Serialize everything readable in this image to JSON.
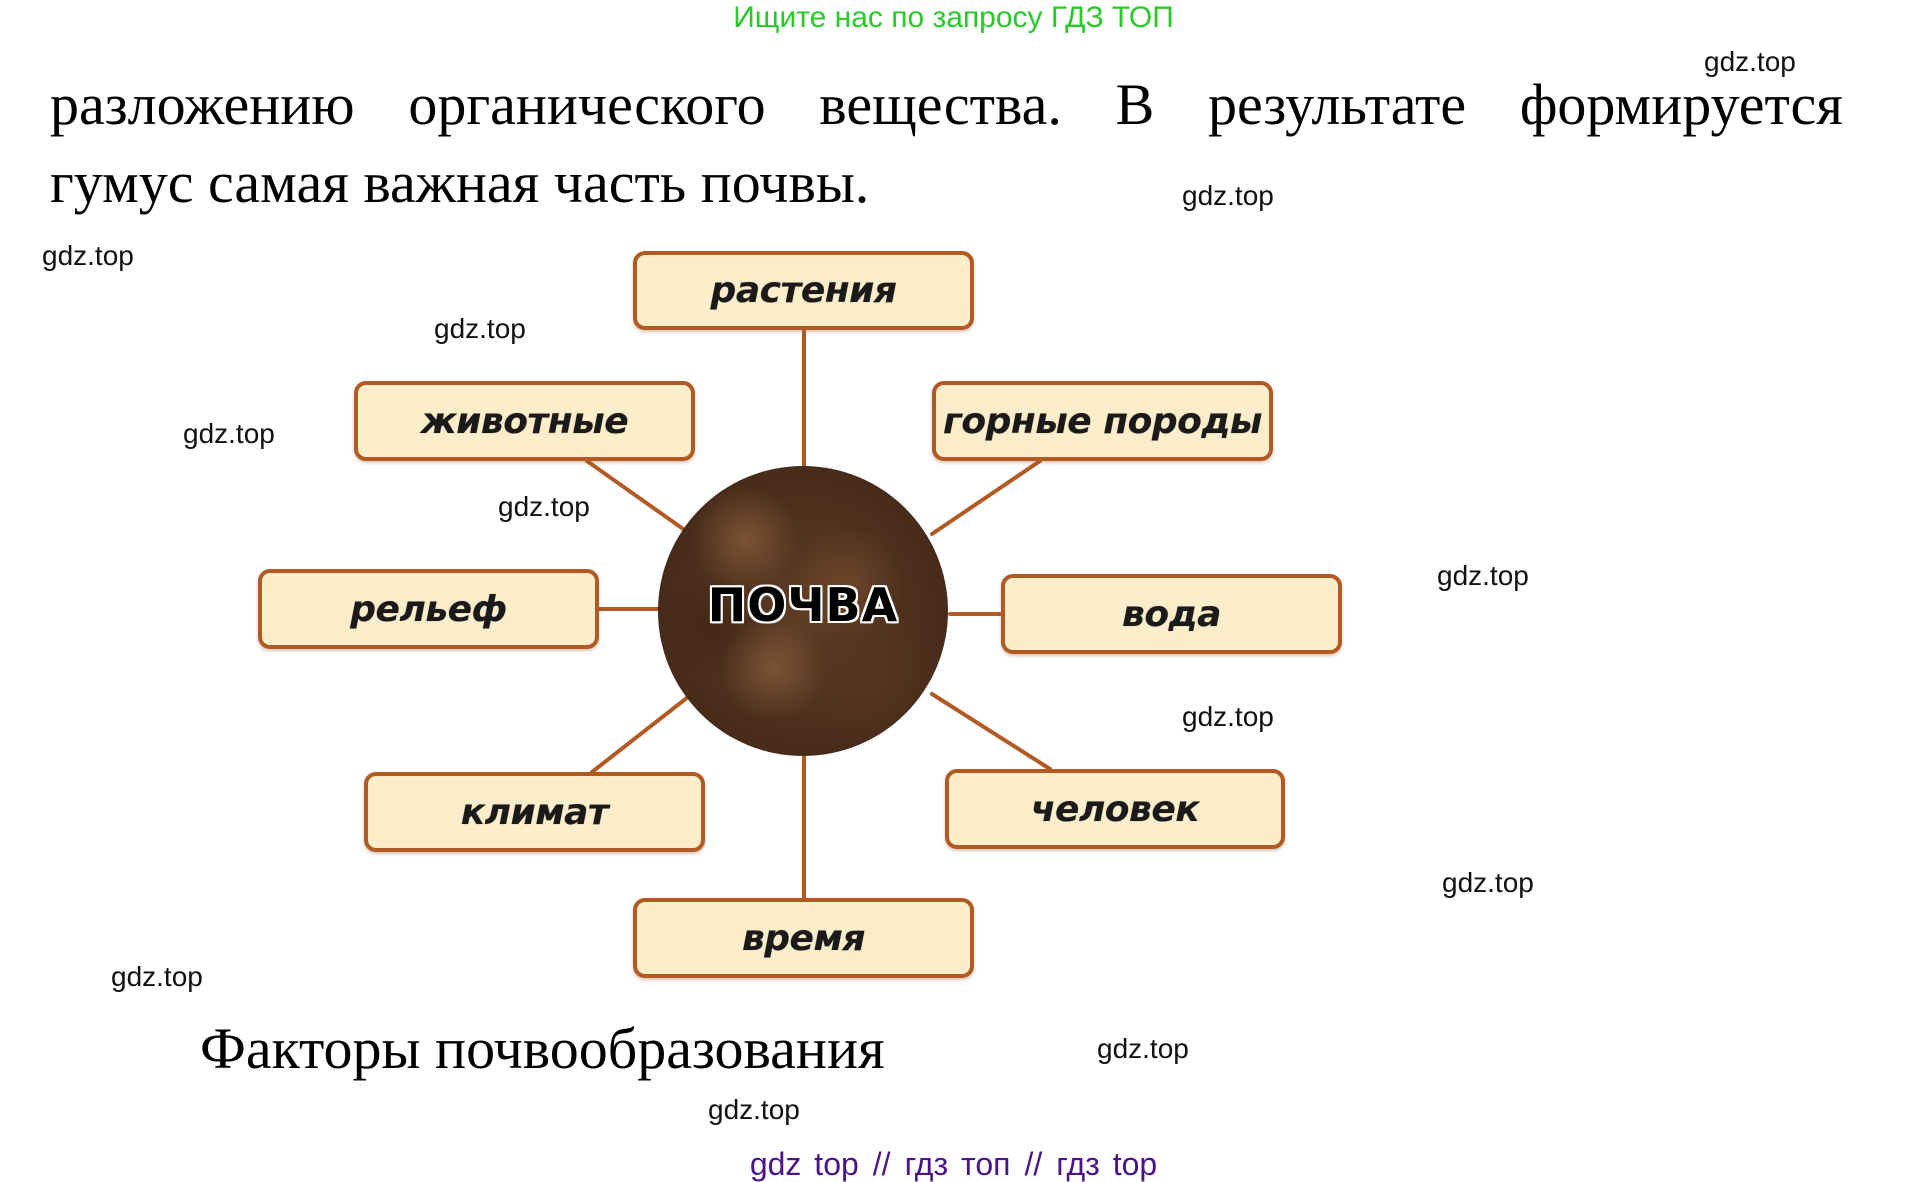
{
  "header": {
    "search_hint": "Ищите нас по запросу ГДЗ ТОП",
    "color": "#28c928"
  },
  "body_text": {
    "line1_words": [
      "разложению",
      "органического",
      "вещества.",
      "В",
      "результате",
      "формируется"
    ],
    "line2": "гумус самая важная часть почвы."
  },
  "diagram": {
    "center_label": "ПОЧВА",
    "box_fill": "#fdeecb",
    "box_border": "#b25a24",
    "connector_color": "#b25a24",
    "factors": [
      {
        "id": "plants",
        "label": "растения"
      },
      {
        "id": "animals",
        "label": "животные"
      },
      {
        "id": "rocks",
        "label": "горные породы"
      },
      {
        "id": "relief",
        "label": "рельеф"
      },
      {
        "id": "water",
        "label": "вода"
      },
      {
        "id": "climate",
        "label": "климат"
      },
      {
        "id": "human",
        "label": "человек"
      },
      {
        "id": "time",
        "label": "время"
      }
    ]
  },
  "caption": "Факторы почвообразования",
  "watermarks": [
    "gdz.top",
    "gdz.top",
    "gdz.top",
    "gdz.top",
    "gdz.top",
    "gdz.top",
    "gdz.top",
    "gdz.top",
    "gdz.top",
    "gdz.top",
    "gdz.top",
    "gdz.top"
  ],
  "footer": {
    "links": [
      "gdz top",
      "гдз топ",
      "гдз top"
    ],
    "separator": "//",
    "color": "#4a1488"
  }
}
